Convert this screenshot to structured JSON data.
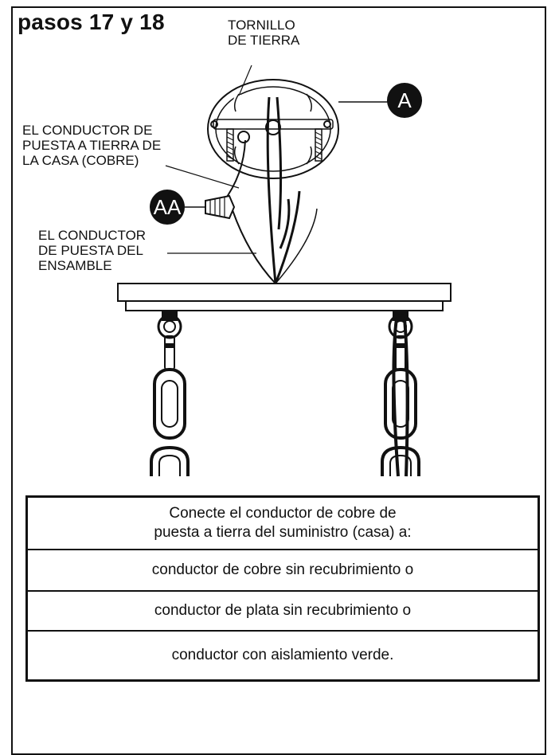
{
  "page": {
    "title": "pasos 17 y 18"
  },
  "labels": {
    "ground_screw": "TORNILLO\nDE TIERRA",
    "house_ground": "EL CONDUCTOR DE\nPUESTA A TIERRA DE\nLA CASA (COBRE)",
    "assembly_ground": "EL CONDUCTOR\nDE PUESTA DEL\nENSAMBLE"
  },
  "callouts": {
    "mounting_plate": "A",
    "wire_nut": "AA"
  },
  "table": {
    "header": "Conecte el conductor de cobre de\npuesta a tierra del suministro (casa) a:",
    "rows": [
      "conductor de cobre sin recubrimiento o",
      "conductor de plata sin recubrimiento o",
      "conductor con aislamiento verde."
    ]
  }
}
